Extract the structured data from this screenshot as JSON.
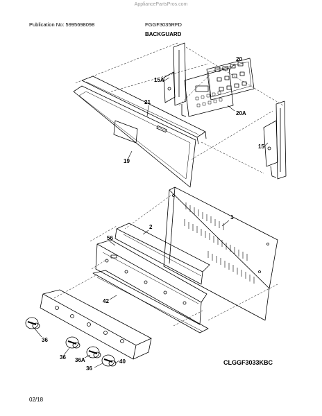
{
  "header": {
    "watermark": "AppliancePartsPros.com",
    "publication": "Publication No: 5995698098",
    "model": "FGGF3035RFD",
    "section": "BACKGUARD"
  },
  "figure": {
    "code": "CLGGF3033KBC",
    "date": "02/18"
  },
  "callouts": {
    "c20": "20",
    "c15A": "15A",
    "c21": "21",
    "c20A": "20A",
    "c15": "15",
    "c19": "19",
    "c1": "1",
    "c2": "2",
    "c56": "56",
    "c42": "42",
    "c36a": "36",
    "c36b": "36",
    "c36A": "36A",
    "c36c": "36",
    "c40": "40"
  }
}
